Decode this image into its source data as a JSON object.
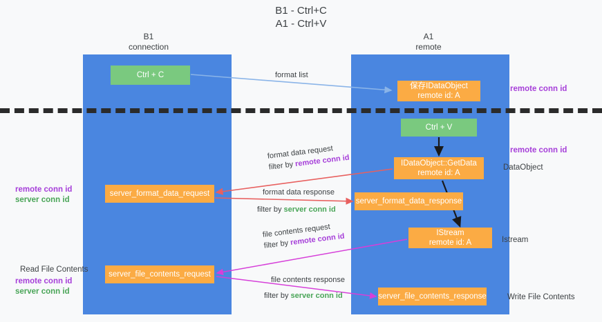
{
  "title": {
    "line1": "B1 - Ctrl+C",
    "line2": "A1 - Ctrl+V"
  },
  "columns": {
    "left": {
      "name": "B1",
      "role": "connection"
    },
    "right": {
      "name": "A1",
      "role": "remote"
    }
  },
  "colors": {
    "lane": "#4a86e0",
    "box_green": "#7ac97f",
    "box_orange": "#fbab44",
    "divider": "#2b2b2b",
    "remote_conn_id": "#a63fd9",
    "server_conn_id": "#4aa558",
    "arrow_format_list": "#8ab4e8",
    "arrow_format_data": "#e8605f",
    "arrow_file_contents": "#d63fd9",
    "arrow_black": "#1a1a1a",
    "background": "#f8f9fa"
  },
  "boxes": {
    "ctrl_c": {
      "label": "Ctrl + C",
      "kind": "green"
    },
    "ctrl_v": {
      "label": "Ctrl + V",
      "kind": "green"
    },
    "idataobject": {
      "line1": "保存IDataObject",
      "line2": "remote id: A",
      "kind": "orange"
    },
    "getdata": {
      "line1": "IDataObject::GetData",
      "line2": "remote id: A",
      "kind": "orange"
    },
    "server_format_data_request": {
      "label": "server_format_data_request",
      "kind": "orange"
    },
    "server_format_data_response": {
      "label": "server_format_data_response",
      "kind": "orange"
    },
    "istream": {
      "line1": "IStream",
      "line2": "remote id: A",
      "kind": "orange"
    },
    "server_file_contents_request": {
      "label": "server_file_contents_request",
      "kind": "orange"
    },
    "server_file_contents_response": {
      "label": "server_file_contents_response",
      "kind": "orange"
    }
  },
  "arrow_labels": {
    "format_list": "format list",
    "format_data_request": "format data request",
    "format_data_request_filter_prefix": "filter by ",
    "format_data_request_filter_key": "remote conn id",
    "format_data_response": "format data response",
    "format_data_response_filter_prefix": "filter by ",
    "format_data_response_filter_key": "server conn id",
    "file_contents_request": "file contents request",
    "file_contents_request_filter_prefix": "filter by ",
    "file_contents_request_filter_key": "remote conn id",
    "file_contents_response": "file contents response",
    "file_contents_response_filter_prefix": "filter by ",
    "file_contents_response_filter_key": "server conn id"
  },
  "notes": {
    "right_remote_conn_id_top": "remote conn id",
    "right_remote_conn_id_mid": "remote conn id",
    "right_dataobject": "DataObject",
    "right_istream": "Istream",
    "right_write_file_contents": "Write File Contents",
    "left_remote_conn_id": "remote conn id",
    "left_server_conn_id": "server conn id",
    "left_read_file_contents": "Read File Contents",
    "left_remote_conn_id_2": "remote conn id",
    "left_server_conn_id_2": "server conn id"
  }
}
